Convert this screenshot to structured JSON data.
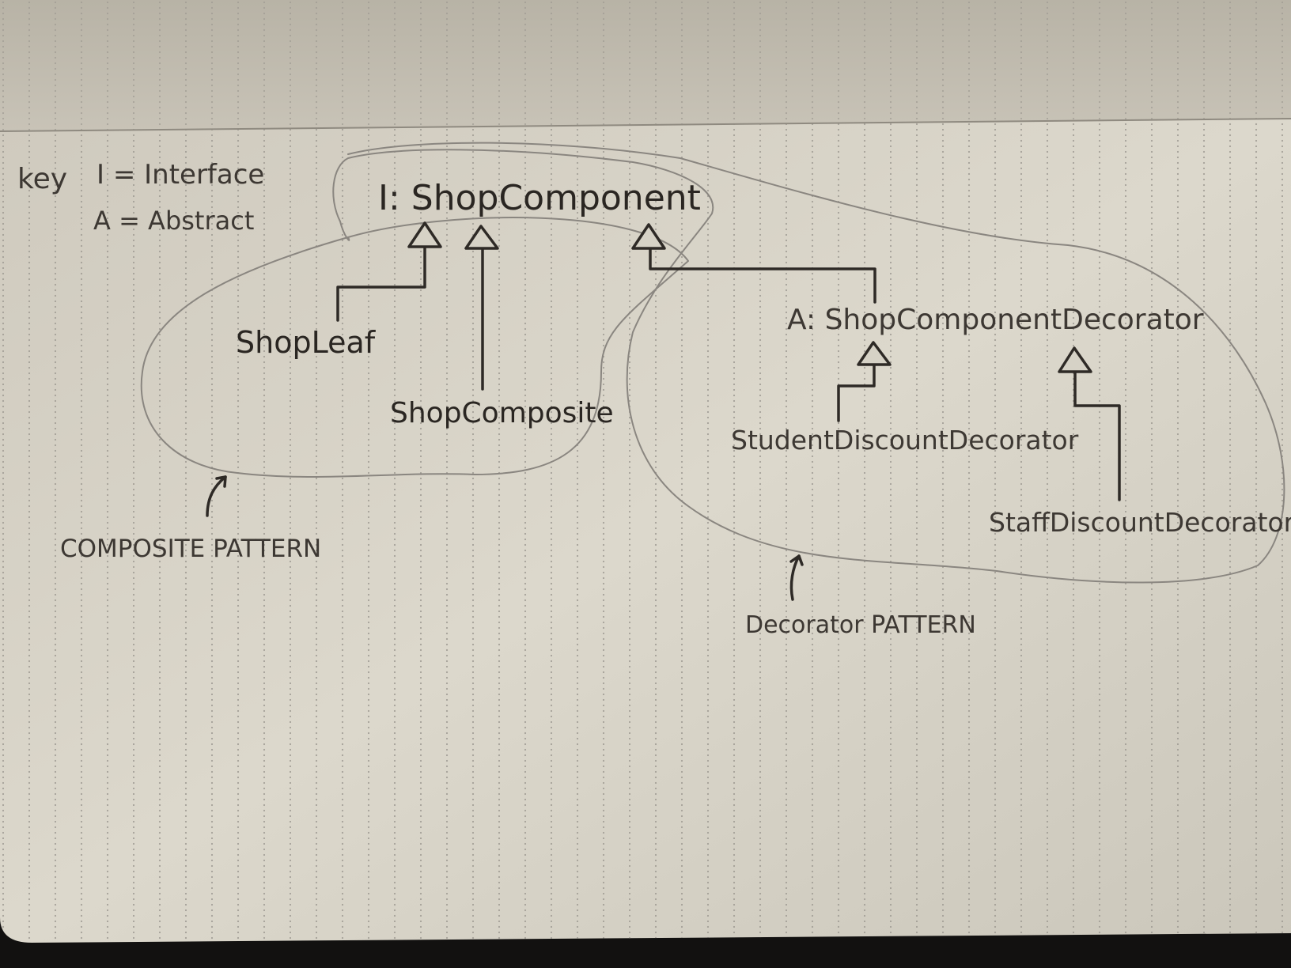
{
  "key": {
    "label": "key",
    "interface": "I = Interface",
    "abstract": "A = Abstract"
  },
  "classes": {
    "shop_component": "I: ShopComponent",
    "shop_leaf": "ShopLeaf",
    "shop_composite": "ShopComposite",
    "shop_component_decorator": "A: ShopComponentDecorator",
    "student_discount_decorator": "StudentDiscountDecorator",
    "staff_discount_decorator": "StaffDiscountDecorator"
  },
  "patterns": {
    "composite": "COMPOSITE PATTERN",
    "decorator": "Decorator PATTERN"
  },
  "colors": {
    "paper": "#d9d5c9",
    "ink": "#2e2a26",
    "pencil_light": "#8a8680",
    "background": "#121110"
  }
}
